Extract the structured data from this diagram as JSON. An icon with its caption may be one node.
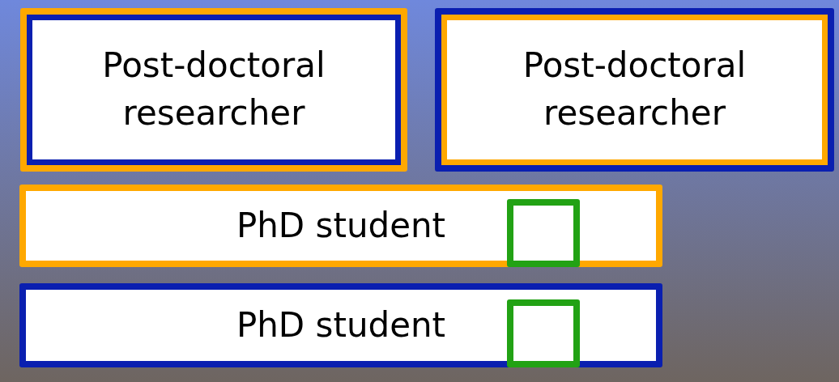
{
  "diagram": {
    "nodes": [
      {
        "text": [
          "Post-doctoral researcher"
        ]
      },
      {
        "text": [
          "Post-doctoral researcher"
        ]
      },
      {
        "text": [
          "PhD student"
        ]
      },
      {
        "text": [],
        "shape": "box",
        "in": 2
      },
      {
        "text": [
          "PhD student"
        ]
      },
      {
        "text": [],
        "shape": "box",
        "in": 4
      }
    ]
  }
}
